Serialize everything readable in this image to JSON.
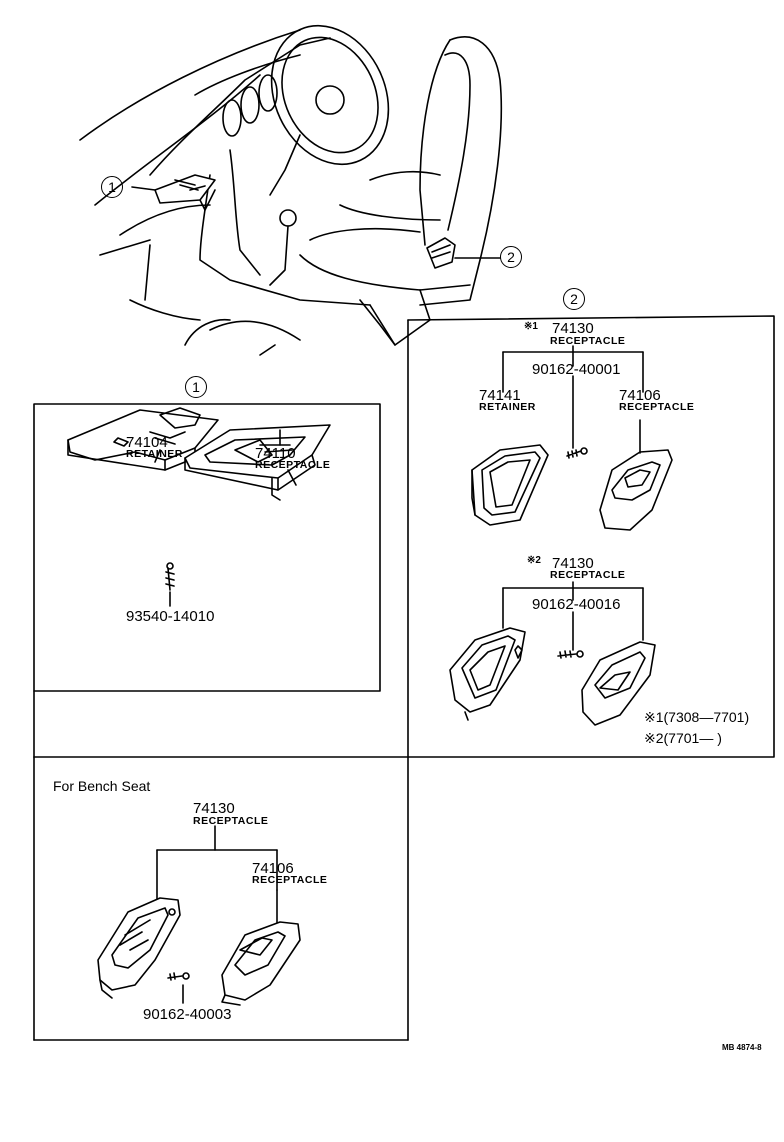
{
  "callouts": {
    "one": "1",
    "two": "2"
  },
  "section1": {
    "p74104": {
      "part": "74104",
      "name": "RETAINER"
    },
    "p74110": {
      "part": "74110",
      "name": "RECEPTACLE"
    },
    "screw": "93540-14010"
  },
  "section2": {
    "markA": "※1",
    "top": {
      "part": "74130",
      "name": "RECEPTACLE"
    },
    "screwA": "90162-40001",
    "p74141": {
      "part": "74141",
      "name": "RETAINER"
    },
    "p74106": {
      "part": "74106",
      "name": "RECEPTACLE"
    },
    "markB": "※2",
    "top2": {
      "part": "74130",
      "name": "RECEPTACLE"
    },
    "screwB": "90162-40016",
    "note1": "※1(7308—7701)",
    "note2": "※2(7701—       )"
  },
  "section3": {
    "caption": "For  Bench Seat",
    "top": {
      "part": "74130",
      "name": "RECEPTACLE"
    },
    "p74106": {
      "part": "74106",
      "name": "RECEPTACLE"
    },
    "screw": "90162-40003"
  },
  "ref": "MB 4874-8"
}
